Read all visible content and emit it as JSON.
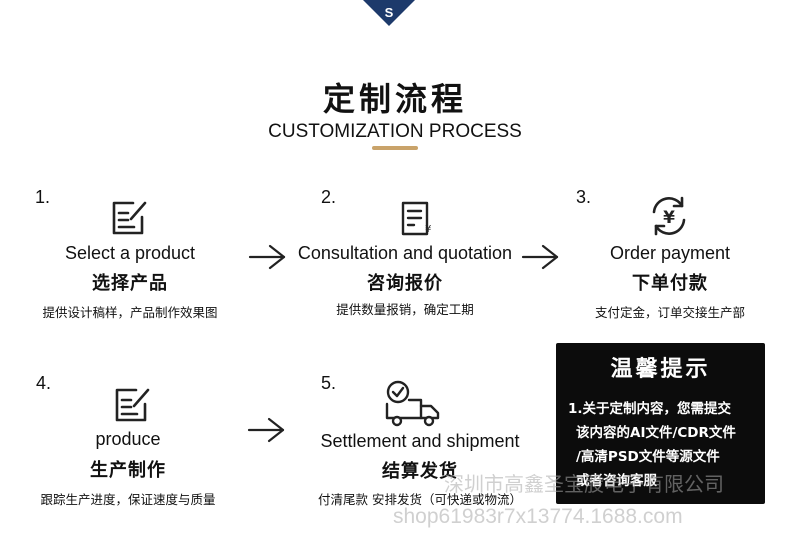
{
  "header": {
    "title_cn": "定制流程",
    "title_en": "CUSTOMIZATION PROCESS"
  },
  "steps": [
    {
      "num": "1.",
      "en": "Select a product",
      "cn": "选择产品",
      "desc": "提供设计稿样，产品制作效果图",
      "icon": "edit-document-icon"
    },
    {
      "num": "2.",
      "en": "Consultation and quotation",
      "cn": "咨询报价",
      "desc": "提供数量报销，确定工期",
      "icon": "invoice-yuan-icon"
    },
    {
      "num": "3.",
      "en": "Order payment",
      "cn": "下单付款",
      "desc": "支付定金，订单交接生产部",
      "icon": "yuan-refresh-icon"
    },
    {
      "num": "4.",
      "en": "produce",
      "cn": "生产制作",
      "desc": "跟踪生产进度，保证速度与质量",
      "icon": "edit-document-icon"
    },
    {
      "num": "5.",
      "en": "Settlement and shipment",
      "cn": "结算发货",
      "desc": "付清尾款 安排发货（可快递或物流）",
      "icon": "delivery-truck-icon"
    }
  ],
  "notice": {
    "title": "温馨提示",
    "lines": [
      "1.关于定制内容，您需提交",
      "该内容的AI文件/CDR文件",
      "/高清PSD文件等源文件",
      "或者咨询客服"
    ]
  },
  "watermark": {
    "company": "深圳市高鑫圣宝股电子有限公司",
    "shop": "shop61983r7x13774.1688.com"
  },
  "colors": {
    "accent": "#c9a36a",
    "text": "#111111",
    "notice_bg": "#0c0c0c"
  }
}
